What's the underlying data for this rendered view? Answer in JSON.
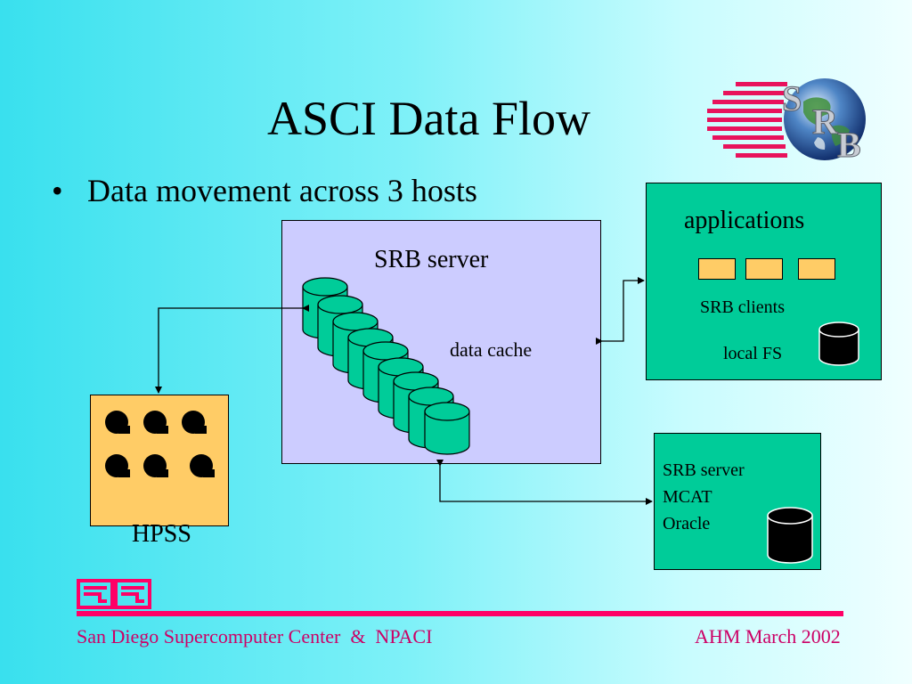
{
  "slide": {
    "title": "ASCI Data Flow",
    "bullet": "Data movement across 3 hosts"
  },
  "diagram": {
    "srb_server": {
      "label": "SRB server",
      "cache_label": "data cache"
    },
    "applications": {
      "label": "applications",
      "clients_label": "SRB clients",
      "local_fs_label": "local FS"
    },
    "mcat_host": {
      "lines": [
        "SRB server",
        "MCAT",
        "Oracle"
      ]
    },
    "hpss": {
      "label": "HPSS"
    }
  },
  "logo": {
    "letters": [
      "S",
      "R",
      "B"
    ]
  },
  "footer": {
    "left": "San Diego Supercomputer Center  &  NPACI",
    "right": "AHM March 2002"
  },
  "colors": {
    "srb_box": "#ccccff",
    "host_box": "#00cc99",
    "hpss_box": "#ffcc66",
    "cylinder": "#00cc99",
    "accent": "#ff0066",
    "footer_text": "#cc0066"
  }
}
